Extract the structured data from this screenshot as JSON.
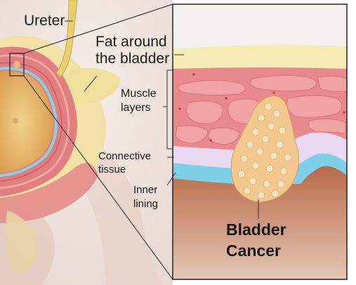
{
  "labels": {
    "ureter": "Ureter",
    "fat_line1": "Fat around",
    "fat_line2": "the bladder",
    "muscle_line1": "Muscle",
    "muscle_line2": "layers",
    "connective_line1": "Connective",
    "connective_line2": "tissue",
    "inner_line1": "Inner",
    "inner_line2": "lining",
    "cancer_line1": "Bladder",
    "cancer_line2": "Cancer"
  },
  "colors": {
    "fat": "#f4ecb4",
    "muscle": "#e8898e",
    "muscle_fiber": "#f2a4a4",
    "connective": "#e8d8f0",
    "inner_lining": "#7ed0e8",
    "tumor": "#f0c890",
    "background_tissue": "#b87050"
  }
}
